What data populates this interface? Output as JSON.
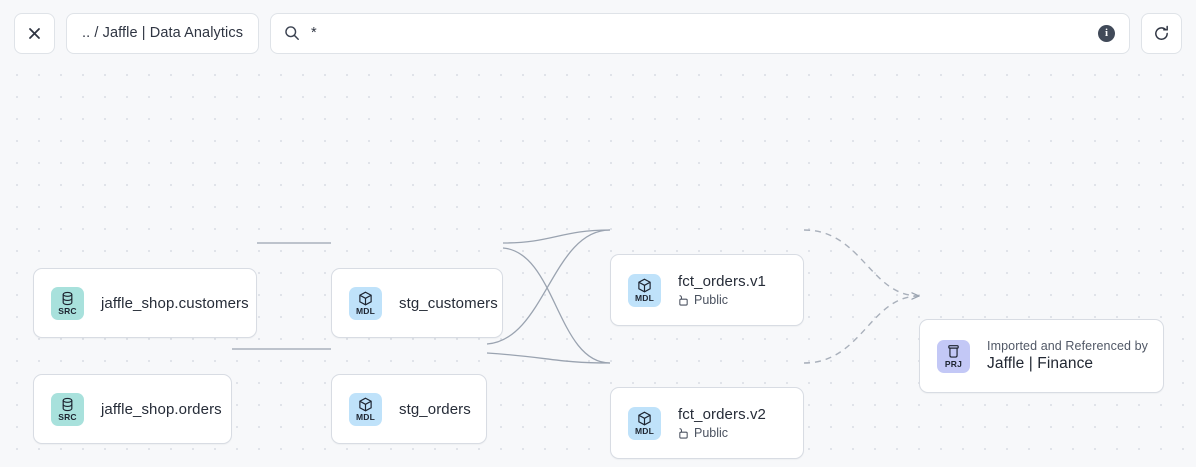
{
  "header": {
    "close_icon": "close-icon",
    "breadcrumb": ".. / Jaffle | Data Analytics",
    "search": {
      "icon": "search-icon",
      "value": "*",
      "placeholder": "*",
      "info_icon": "info-icon",
      "info_label": "i"
    },
    "refresh_icon": "refresh-icon"
  },
  "graph": {
    "nodes": [
      {
        "id": "jaffle_shop.customers",
        "type": "SRC",
        "icon": "database-icon",
        "title": "jaffle_shop.customers",
        "subtitle": null
      },
      {
        "id": "jaffle_shop.orders",
        "type": "SRC",
        "icon": "database-icon",
        "title": "jaffle_shop.orders",
        "subtitle": null
      },
      {
        "id": "stg_customers",
        "type": "MDL",
        "icon": "cube-icon",
        "title": "stg_customers",
        "subtitle": null
      },
      {
        "id": "stg_orders",
        "type": "MDL",
        "icon": "cube-icon",
        "title": "stg_orders",
        "subtitle": null
      },
      {
        "id": "fct_orders.v1",
        "type": "MDL",
        "icon": "cube-icon",
        "title": "fct_orders.v1",
        "subtitle": "Public",
        "subtitle_icon": "unlock-icon"
      },
      {
        "id": "fct_orders.v2",
        "type": "MDL",
        "icon": "cube-icon",
        "title": "fct_orders.v2",
        "subtitle": "Public",
        "subtitle_icon": "unlock-icon"
      },
      {
        "id": "Jaffle | Finance",
        "type": "PRJ",
        "icon": "project-icon",
        "overline": "Imported and Referenced by",
        "title": "Jaffle | Finance"
      }
    ],
    "badge_colors": {
      "SRC": "#a8e1dc",
      "MDL": "#bfe2fa",
      "PRJ": "#c3c8f6"
    },
    "edge_color": "#9aa3b0",
    "canvas_background": "#f7f8fa",
    "grid_dot_color": "#dcdfe6"
  }
}
